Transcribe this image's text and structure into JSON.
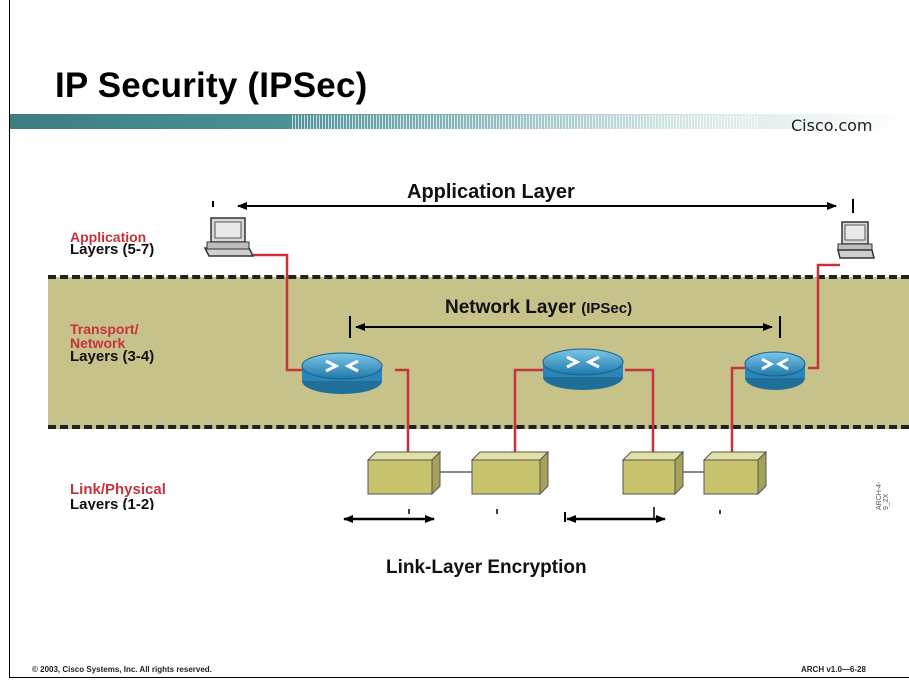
{
  "slide": {
    "title": "IP Security (IPSec)",
    "brand": "Cisco.com",
    "footer_left": "© 2003, Cisco Systems, Inc. All rights reserved.",
    "footer_right": "ARCH v1.0—6-28",
    "side_code": "ARCH-4-9_2X"
  },
  "layers": {
    "application": {
      "name": "Application",
      "range": "Layers (5-7)"
    },
    "transport": {
      "name_line1": "Transport/",
      "name_line2": "Network",
      "range": "Layers (3-4)"
    },
    "link": {
      "name": "Link/Physical",
      "range": "Layers (1-2)"
    }
  },
  "spans": {
    "application": "Application Layer",
    "network_main": "Network Layer",
    "network_sub": "(IPSec)",
    "link": "Link-Layer Encryption"
  },
  "colors": {
    "band": "#c7c28a",
    "link_line": "#c8323c",
    "router": "#2f8fc0",
    "switch": "#c8c46e",
    "label_red": "#c8323c"
  }
}
